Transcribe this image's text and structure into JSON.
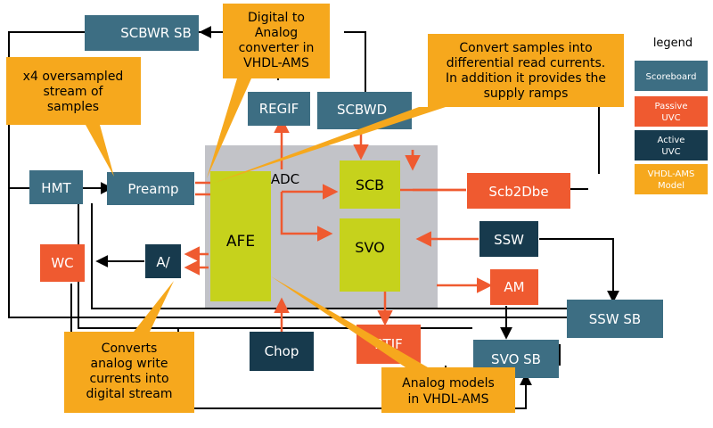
{
  "colors": {
    "scoreboard": "#3d6e83",
    "passive": "#ef5a30",
    "active": "#173a4d",
    "model": "#f6a81d",
    "chip": "#c6d21c",
    "region": "#c2c3c8",
    "wire": "#000000",
    "arrow_red": "#ef5a30"
  },
  "legend": {
    "title": "legend",
    "items": [
      {
        "key": "scoreboard",
        "lines": [
          "Scoreboard"
        ]
      },
      {
        "key": "passive",
        "lines": [
          "Passive",
          "UVC"
        ]
      },
      {
        "key": "active",
        "lines": [
          "Active",
          "UVC"
        ]
      },
      {
        "key": "model",
        "lines": [
          "VHDL-AMS",
          "Model"
        ]
      }
    ]
  },
  "blocks": {
    "scbwr_sb": "SCBWR SB",
    "regif": "REGIF",
    "scbwd": "SCBWD",
    "hmt": "HMT",
    "preamp": "Preamp",
    "wc": "WC",
    "a_conv": "A/",
    "afe": "AFE",
    "adc": "ADC",
    "scb": "SCB",
    "svo": "SVO",
    "scb2dbe": "Scb2Dbe",
    "ssw": "SSW",
    "am": "AM",
    "ssw_sb": "SSW SB",
    "chop": "Chop",
    "rtif": "RTIF",
    "svo_sb": "SVO SB"
  },
  "callouts": {
    "oversampled": [
      "x4 oversampled",
      "stream of",
      "samples"
    ],
    "dac": [
      "Digital to",
      "Analog",
      "converter in",
      "VHDL-AMS"
    ],
    "convert_samples": [
      "Convert samples into",
      "differential read currents.",
      "In addition it provides the",
      "supply ramps"
    ],
    "converts_write": [
      "Converts",
      "analog write",
      "currents into",
      "digital stream"
    ],
    "analog_models": [
      "Analog models",
      "in VHDL-AMS"
    ]
  }
}
